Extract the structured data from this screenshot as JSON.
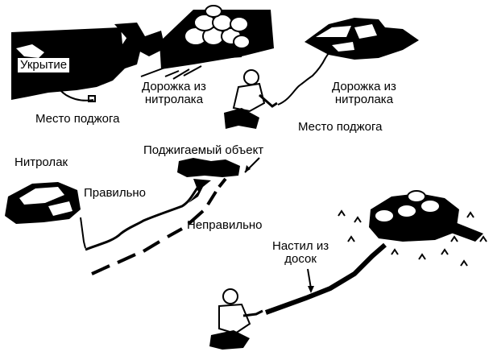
{
  "labels": {
    "shelter": "Укрытие",
    "path1_line1": "Дорожка из",
    "path1_line2": "нитролака",
    "ignition1": "Место поджога",
    "path2_line1": "Дорожка из",
    "path2_line2": "нитролака",
    "ignition2": "Место поджога",
    "target": "Поджигаемый объект",
    "nitrolac": "Нитролак",
    "correct": "Правильно",
    "incorrect": "Неправильно",
    "planks_line1": "Настил из",
    "planks_line2": "досок"
  },
  "colors": {
    "ink": "#000000",
    "paper": "#ffffff"
  }
}
